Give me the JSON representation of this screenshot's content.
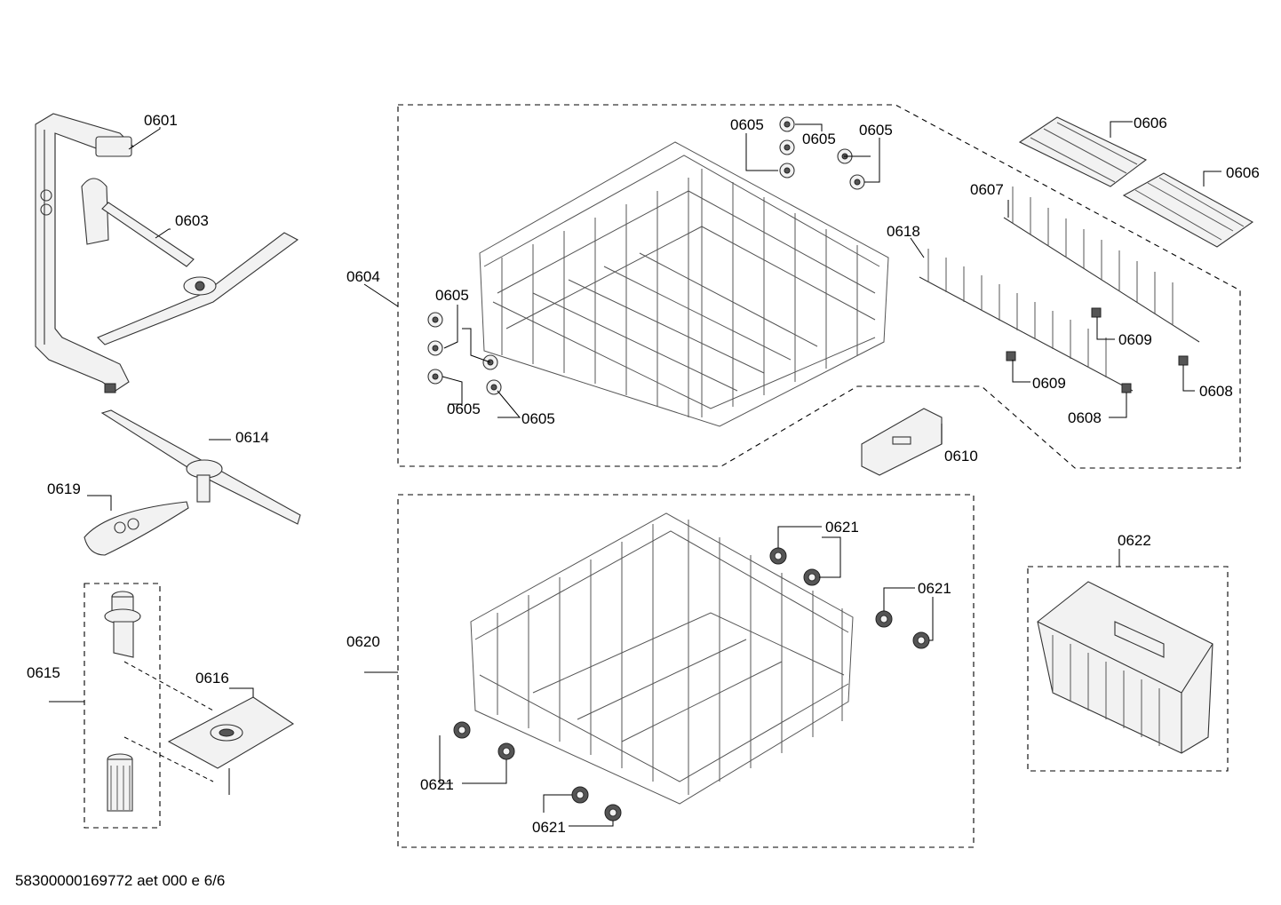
{
  "document_code": "58300000169772 aet 000 e 6/6",
  "labels": {
    "l0601": "0601",
    "l0603": "0603",
    "l0604": "0604",
    "l0605a": "0605",
    "l0605b": "0605",
    "l0605c": "0605",
    "l0605d": "0605",
    "l0605e": "0605",
    "l0605f": "0605",
    "l0606a": "0606",
    "l0606b": "0606",
    "l0607": "0607",
    "l0608a": "0608",
    "l0608b": "0608",
    "l0609a": "0609",
    "l0609b": "0609",
    "l0610": "0610",
    "l0614": "0614",
    "l0615": "0615",
    "l0616": "0616",
    "l0618": "0618",
    "l0619": "0619",
    "l0620": "0620",
    "l0621a": "0621",
    "l0621b": "0621",
    "l0621c": "0621",
    "l0621d": "0621",
    "l0622": "0622"
  }
}
